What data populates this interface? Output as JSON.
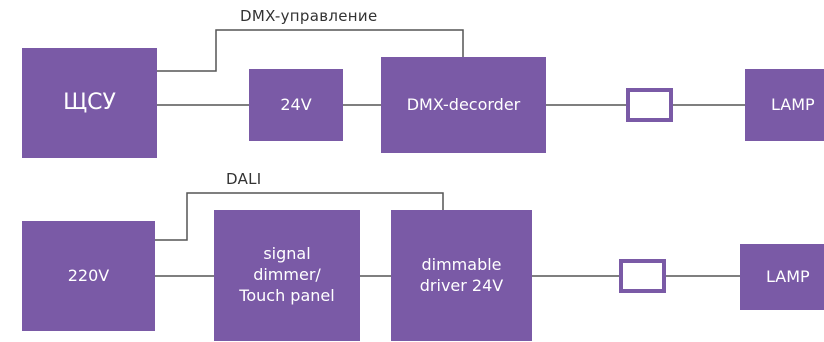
{
  "colors": {
    "block": "#7a5aa6",
    "wire": "#555555",
    "text": "#ffffff",
    "label": "#333333"
  },
  "top_row": {
    "bus_label": "DMX-управление",
    "blocks": {
      "source": "ЩСУ",
      "power": "24V",
      "decoder": "DMX-decorder",
      "lamp": "LAMP"
    }
  },
  "bottom_row": {
    "bus_label": "DALI",
    "blocks": {
      "source": "220V",
      "dimmer": "signal\ndimmer/\nTouch panel",
      "driver": "dimmable\ndriver 24V",
      "lamp": "LAMP"
    }
  }
}
